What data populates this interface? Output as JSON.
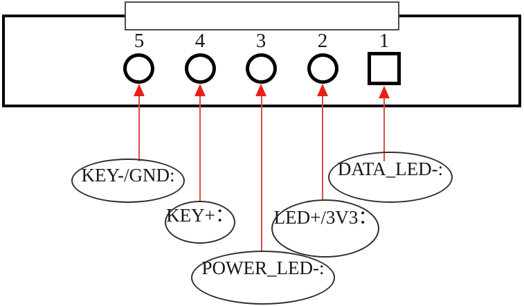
{
  "diagram": {
    "type": "connector-pinout",
    "colors": {
      "board_outline": "#000000",
      "pin_outline": "#000000",
      "connector_outline": "#4a4a4a",
      "ellipse_outline": "#2e2e2e",
      "arrow_red": "#e8201a"
    },
    "pins": [
      {
        "number": "5",
        "shape": "circle"
      },
      {
        "number": "4",
        "shape": "circle"
      },
      {
        "number": "3",
        "shape": "circle"
      },
      {
        "number": "2",
        "shape": "circle"
      },
      {
        "number": "1",
        "shape": "square"
      }
    ],
    "callouts": [
      {
        "label": "KEY-/GND:",
        "pin": "5"
      },
      {
        "label": "KEY+：",
        "pin": "4"
      },
      {
        "label": "POWER_LED-:",
        "pin": "3"
      },
      {
        "label": "LED+/3V3：",
        "pin": "2"
      },
      {
        "label": "DATA_LED-:",
        "pin": "1"
      }
    ]
  }
}
